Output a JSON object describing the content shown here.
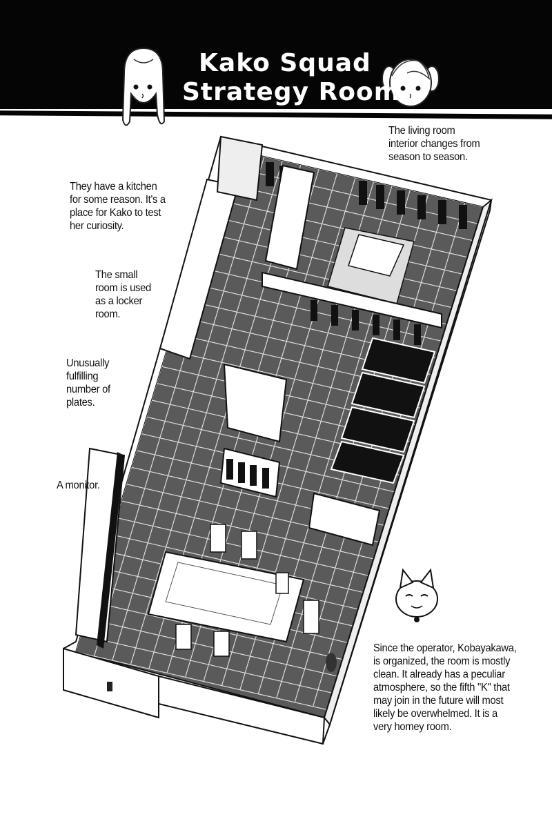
{
  "header": {
    "title_line1": "Kako Squad",
    "title_line2": "Strategy Room"
  },
  "captions": {
    "living_room": "The living room\ninterior changes from\nseason to season.",
    "kitchen": "They have a kitchen\nfor some reason. It's a\nplace for Kako to test\nher curiosity.",
    "locker_room": "The small\nroom is used\nas a locker\nroom.",
    "plates": "Unusually\nfulfilling\nnumber of\nplates.",
    "monitor": "A monitor.",
    "operator": "Since the operator, Kobayakawa,\nis organized, the room is mostly\nclean. It already has a peculiar\natmosphere, so the fifth \"K\" that\nmay join in the future will most\nlikely be overwhelmed. It is a\nvery homey room."
  },
  "colors": {
    "ink": "#050505",
    "floor": "#5a5a5a",
    "paper": "#ffffff"
  }
}
